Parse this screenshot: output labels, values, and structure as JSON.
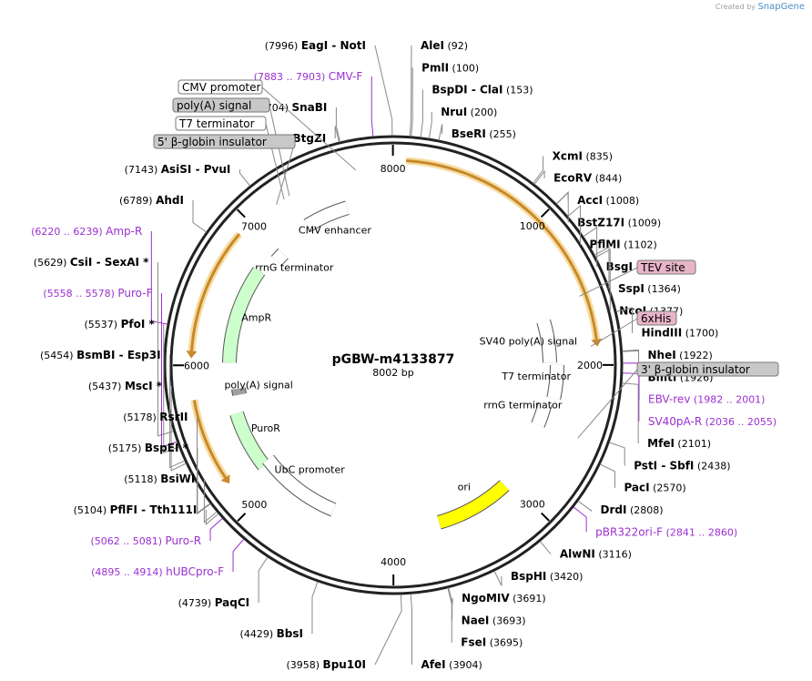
{
  "credit": {
    "prefix": "Created by",
    "brand": "SnapGene"
  },
  "plasmid": {
    "name": "pGBW-m4133877",
    "length_label": "8002 bp",
    "length": 8002
  },
  "ticks": [
    {
      "pos": 8000,
      "label": "8000"
    },
    {
      "pos": 1000,
      "label": "1000"
    },
    {
      "pos": 2000,
      "label": "2000"
    },
    {
      "pos": 3000,
      "label": "3000"
    },
    {
      "pos": 4000,
      "label": "4000"
    },
    {
      "pos": 5000,
      "label": "5000"
    },
    {
      "pos": 6000,
      "label": "6000"
    },
    {
      "pos": 7000,
      "label": "7000"
    }
  ],
  "enzymes": [
    {
      "text": "(7996)",
      "bold": "EagI  -  NotI",
      "side": "left",
      "pos": 7996,
      "color": "#000000"
    },
    {
      "text": "(7883 .. 7903)",
      "bold": "CMV-F",
      "side": "left",
      "pos": 7890,
      "color": "#9b30d0",
      "primer": true
    },
    {
      "text": "(7704)",
      "bold": "SnaBI",
      "side": "left",
      "pos": 7704,
      "color": "#000000"
    },
    {
      "text": "(7698)",
      "bold": "BtgZI",
      "side": "left",
      "pos": 7698,
      "color": "#000000"
    },
    {
      "text": "(7143)",
      "bold": "AsiSI  -  PvuI",
      "side": "left",
      "pos": 7143,
      "color": "#000000"
    },
    {
      "text": "(6789)",
      "bold": "AhdI",
      "side": "left",
      "pos": 6789,
      "color": "#000000"
    },
    {
      "text": "(6220 .. 6239)",
      "bold": "Amp-R",
      "side": "left",
      "pos": 6230,
      "color": "#9b30d0",
      "primer": true
    },
    {
      "text": "(5629)",
      "bold": "CsiI  -  SexAI *",
      "side": "left",
      "pos": 5629,
      "color": "#000000"
    },
    {
      "text": "(5558 .. 5578)",
      "bold": "Puro-F",
      "side": "left",
      "pos": 5568,
      "color": "#9b30d0",
      "primer": true
    },
    {
      "text": "(5537)",
      "bold": "PfoI *",
      "side": "left",
      "pos": 5537,
      "color": "#000000"
    },
    {
      "text": "(5454)",
      "bold": "BsmBI  -  Esp3I",
      "side": "left",
      "pos": 5454,
      "color": "#000000"
    },
    {
      "text": "(5437)",
      "bold": "MscI *",
      "side": "left",
      "pos": 5437,
      "color": "#000000"
    },
    {
      "text": "(5178)",
      "bold": "RsrII",
      "side": "left",
      "pos": 5178,
      "color": "#000000"
    },
    {
      "text": "(5175)",
      "bold": "BspEI *",
      "side": "left",
      "pos": 5175,
      "color": "#000000"
    },
    {
      "text": "(5118)",
      "bold": "BsiWI",
      "side": "left",
      "pos": 5118,
      "color": "#000000"
    },
    {
      "text": "(5104)",
      "bold": "PflFI  -  Tth111I",
      "side": "left",
      "pos": 5104,
      "color": "#000000"
    },
    {
      "text": "(5062 .. 5081)",
      "bold": "Puro-R",
      "side": "left",
      "pos": 5070,
      "color": "#9b30d0",
      "primer": true
    },
    {
      "text": "(4895 .. 4914)",
      "bold": "hUBCpro-F",
      "side": "left",
      "pos": 4905,
      "color": "#9b30d0",
      "primer": true
    },
    {
      "text": "(4739)",
      "bold": "PaqCI",
      "side": "left",
      "pos": 4739,
      "color": "#000000"
    },
    {
      "text": "(4429)",
      "bold": "BbsI",
      "side": "left",
      "pos": 4429,
      "color": "#000000"
    },
    {
      "text": "(3958)",
      "bold": "Bpu10I",
      "side": "left",
      "pos": 3958,
      "color": "#000000"
    },
    {
      "text": "(92)",
      "bold": "AleI",
      "side": "right",
      "pos": 92,
      "color": "#000000"
    },
    {
      "text": "(100)",
      "bold": "PmlI",
      "side": "right",
      "pos": 100,
      "color": "#000000"
    },
    {
      "text": "(153)",
      "bold": "BspDI  -  ClaI",
      "side": "right",
      "pos": 153,
      "color": "#000000"
    },
    {
      "text": "(200)",
      "bold": "NruI",
      "side": "right",
      "pos": 200,
      "color": "#000000"
    },
    {
      "text": "(255)",
      "bold": "BseRI",
      "side": "right",
      "pos": 255,
      "color": "#000000"
    },
    {
      "text": "(835)",
      "bold": "XcmI",
      "side": "right",
      "pos": 835,
      "color": "#000000"
    },
    {
      "text": "(844)",
      "bold": "EcoRV",
      "side": "right",
      "pos": 844,
      "color": "#000000"
    },
    {
      "text": "(1008)",
      "bold": "AccI",
      "side": "right",
      "pos": 1008,
      "color": "#000000"
    },
    {
      "text": "(1009)",
      "bold": "BstZ17I",
      "side": "right",
      "pos": 1009,
      "color": "#000000"
    },
    {
      "text": "(1102)",
      "bold": "PflMI",
      "side": "right",
      "pos": 1102,
      "color": "#000000"
    },
    {
      "text": "(1243)",
      "bold": "BsgI",
      "side": "right",
      "pos": 1243,
      "color": "#000000"
    },
    {
      "text": "(1364)",
      "bold": "SspI",
      "side": "right",
      "pos": 1364,
      "color": "#000000"
    },
    {
      "text": "(1377)",
      "bold": "NcoI",
      "side": "right",
      "pos": 1377,
      "color": "#000000"
    },
    {
      "text": "(1700)",
      "bold": "HindIII",
      "side": "right",
      "pos": 1700,
      "color": "#000000"
    },
    {
      "text": "(1922)",
      "bold": "NheI",
      "side": "right",
      "pos": 1922,
      "color": "#000000"
    },
    {
      "text": "(1926)",
      "bold": "BmtI",
      "side": "right",
      "pos": 1926,
      "color": "#000000"
    },
    {
      "text": "(1982 .. 2001)",
      "bold": "EBV-rev",
      "side": "right",
      "pos": 1990,
      "color": "#9b30d0",
      "primer": true
    },
    {
      "text": "(2036 .. 2055)",
      "bold": "SV40pA-R",
      "side": "right",
      "pos": 2045,
      "color": "#9b30d0",
      "primer": true
    },
    {
      "text": "(2101)",
      "bold": "MfeI",
      "side": "right",
      "pos": 2101,
      "color": "#000000"
    },
    {
      "text": "(2438)",
      "bold": "PstI  -  SbfI",
      "side": "right",
      "pos": 2438,
      "color": "#000000"
    },
    {
      "text": "(2570)",
      "bold": "PacI",
      "side": "right",
      "pos": 2570,
      "color": "#000000"
    },
    {
      "text": "(2808)",
      "bold": "DrdI",
      "side": "right",
      "pos": 2808,
      "color": "#000000"
    },
    {
      "text": "(2841 .. 2860)",
      "bold": "pBR322ori-F",
      "side": "right",
      "pos": 2850,
      "color": "#9b30d0",
      "primer": true
    },
    {
      "text": "(3116)",
      "bold": "AlwNI",
      "side": "right",
      "pos": 3116,
      "color": "#000000"
    },
    {
      "text": "(3420)",
      "bold": "BspHI",
      "side": "right",
      "pos": 3420,
      "color": "#000000"
    },
    {
      "text": "(3691)",
      "bold": "NgoMIV",
      "side": "right",
      "pos": 3691,
      "color": "#000000"
    },
    {
      "text": "(3693)",
      "bold": "NaeI",
      "side": "right",
      "pos": 3693,
      "color": "#000000"
    },
    {
      "text": "(3695)",
      "bold": "FseI",
      "side": "right",
      "pos": 3695,
      "color": "#000000"
    },
    {
      "text": "(3904)",
      "bold": "AfeI",
      "side": "right",
      "pos": 3904,
      "color": "#000000"
    }
  ],
  "boxed_labels": [
    {
      "text": "CMV promoter",
      "fill": "#ffffff",
      "pos": 7760
    },
    {
      "text": "poly(A) signal",
      "fill": "#c8c8c8",
      "pos": 7300
    },
    {
      "text": "T7 terminator",
      "fill": "#ffffff",
      "pos": 7260
    },
    {
      "text": "5' β-globin insulator",
      "fill": "#c8c8c8",
      "pos": 7200
    },
    {
      "text": "TEV site",
      "fill": "#e8b4c8",
      "pos": 1550
    },
    {
      "text": "6xHis",
      "fill": "#e8b4c8",
      "pos": 1880
    },
    {
      "text": "3' β-globin insulator",
      "fill": "#c8c8c8",
      "pos": 2480
    }
  ],
  "features": [
    {
      "name": "CMV enhancer",
      "start": 7300,
      "end": 7640,
      "color": "#ffffff",
      "dir": 1
    },
    {
      "name": "rrnG terminator",
      "start": 6930,
      "end": 7010,
      "color": "#ffffff",
      "dir": -1
    },
    {
      "name": "AmpR",
      "start": 6020,
      "end": 6780,
      "color": "#ccffcc",
      "dir": -1
    },
    {
      "name": "poly(A) signal",
      "start": 5760,
      "end": 5810,
      "color": "#a0a0a0",
      "dir": 0
    },
    {
      "name": "PuroR",
      "start": 5160,
      "end": 5620,
      "color": "#ccffcc",
      "dir": -1
    },
    {
      "name": "UbC promoter",
      "start": 4500,
      "end": 5180,
      "color": "#ffffff",
      "dir": -1
    },
    {
      "name": "ori",
      "start": 3050,
      "end": 3640,
      "color": "#ffff00",
      "dir": -1
    },
    {
      "name": "rrnG terminator",
      "start": 2320,
      "end": 2500,
      "color": "#ffffff",
      "dir": -1
    },
    {
      "name": "T7 terminator",
      "start": 2000,
      "end": 2260,
      "color": "#ffffff",
      "dir": -1
    },
    {
      "name": "SV40 poly(A) signal",
      "start": 1640,
      "end": 1980,
      "color": "#ffffff",
      "dir": 0
    }
  ],
  "orfs": [
    {
      "start": 80,
      "end": 1840,
      "dir": 1
    },
    {
      "start": 6090,
      "end": 6900,
      "dir": -1
    },
    {
      "start": 5250,
      "end": 5780,
      "dir": -1
    }
  ],
  "colors": {
    "primer": "#9b30d0",
    "orf": "#f4b84a",
    "backbone": "#222222"
  }
}
